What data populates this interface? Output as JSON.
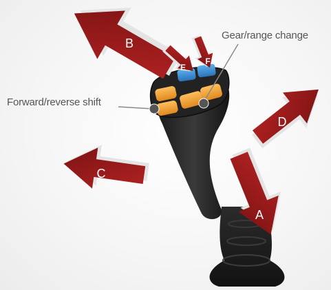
{
  "labels": {
    "gear_range_change": "Gear/range change",
    "forward_reverse_shift": "Forward/reverse shift"
  },
  "arrows": [
    {
      "id": "A",
      "letter": "A"
    },
    {
      "id": "B",
      "letter": "B"
    },
    {
      "id": "C",
      "letter": "C"
    },
    {
      "id": "D",
      "letter": "D"
    },
    {
      "id": "E",
      "letter": "E"
    },
    {
      "id": "F",
      "letter": "F"
    }
  ],
  "colors": {
    "arrow_red": "#9e1b1b",
    "arrow_red_dark": "#6e0f0f",
    "arrow_shadow": "#e7e7e7",
    "button_orange": "#f2a33a",
    "button_blue": "#3a8fd6",
    "joystick_body": "#2a2a2a",
    "leader_line": "#8a8a8a",
    "label_text": "#555555"
  },
  "icons": [
    "joystick-illustration",
    "direction-arrow"
  ]
}
